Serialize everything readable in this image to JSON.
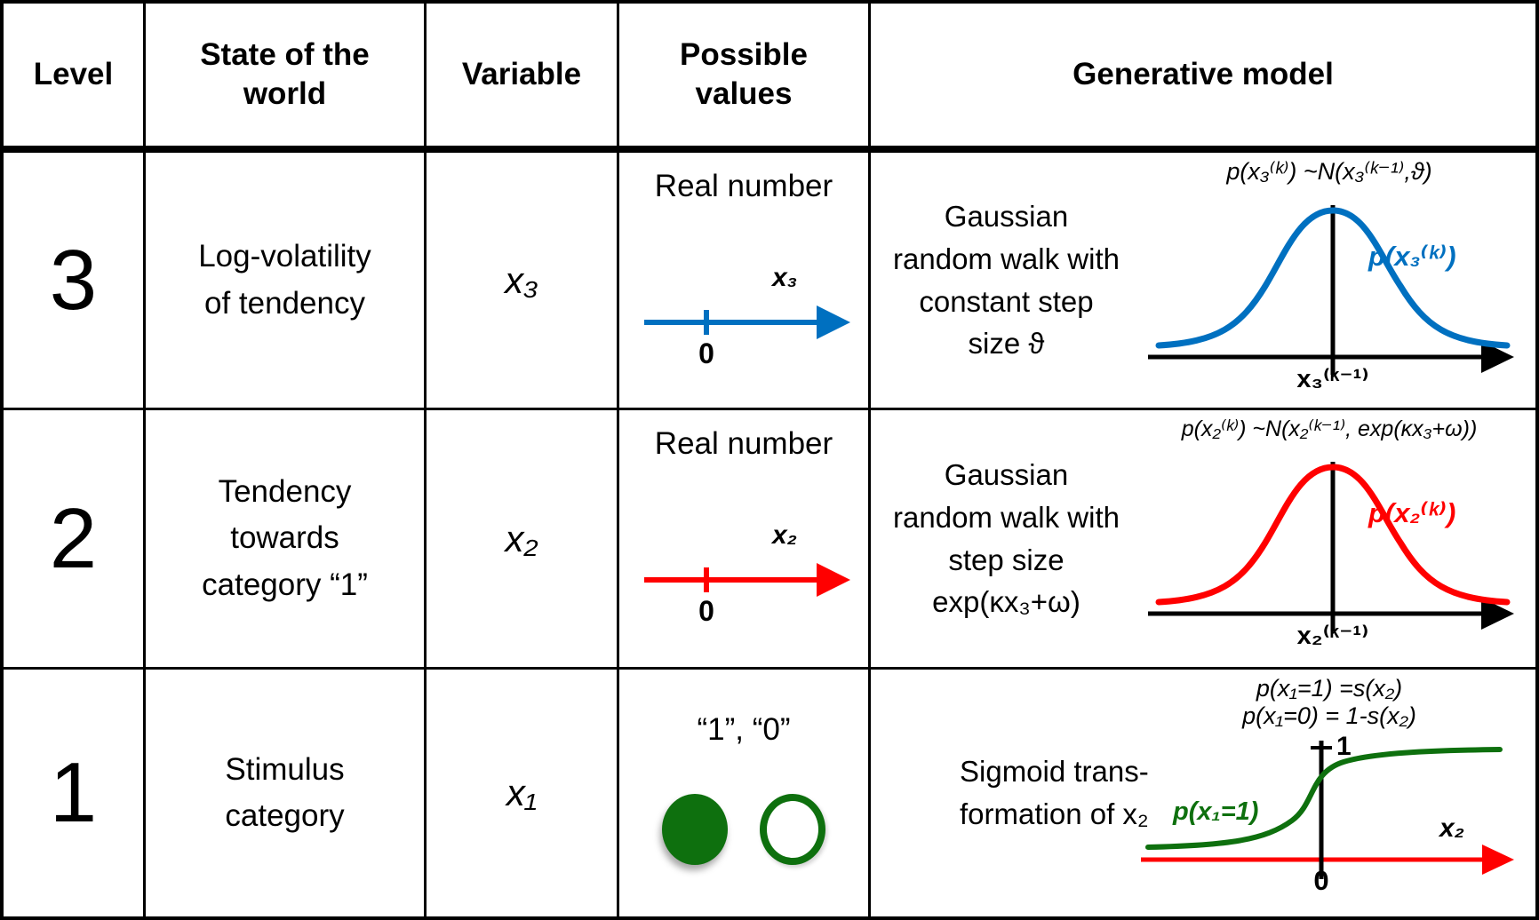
{
  "figure_title": "Hierarchical generative model table",
  "colors": {
    "border": "#000000",
    "level3_blue": "#0070C0",
    "level2_red": "#FF0000",
    "level1_green": "#0E700E"
  },
  "table": {
    "headers": [
      {
        "label": "Level"
      },
      {
        "label": "State of the world"
      },
      {
        "label": "Variable"
      },
      {
        "label": "Possible values"
      },
      {
        "label": "Generative model"
      }
    ],
    "rows": [
      {
        "level": "3",
        "state": "Log-volatility of tendency",
        "variable": "x₃",
        "possible_values": {
          "text": "Real number",
          "axis_label": "x₃",
          "origin_label": "0",
          "axis_color": "#0070C0"
        },
        "generative_model": {
          "description_lines": [
            "Gaussian",
            "random walk with",
            "constant step",
            "size ϑ"
          ],
          "formula": "p(x₃⁽ᵏ⁾) ~N(x₃⁽ᵏ⁻¹⁾,ϑ)",
          "curve_type": "gaussian",
          "curve_color": "#0070C0",
          "curve_label": "p(x₃⁽ᵏ⁾)",
          "x_axis_label": "x₃⁽ᵏ⁻¹⁾"
        }
      },
      {
        "level": "2",
        "state": "Tendency towards category “1”",
        "variable": "x₂",
        "possible_values": {
          "text": "Real number",
          "axis_label": "x₂",
          "origin_label": "0",
          "axis_color": "#FF0000"
        },
        "generative_model": {
          "description_lines": [
            "Gaussian",
            "random walk with",
            "step size",
            "exp(κx₃+ω)"
          ],
          "formula": "p(x₂⁽ᵏ⁾) ~N(x₂⁽ᵏ⁻¹⁾, exp(κx₃+ω))",
          "curve_type": "gaussian",
          "curve_color": "#FF0000",
          "curve_label": "p(x₂⁽ᵏ⁾)",
          "x_axis_label": "x₂⁽ᵏ⁻¹⁾"
        }
      },
      {
        "level": "1",
        "state": "Stimulus category",
        "variable": "x₁",
        "possible_values": {
          "text": "“1”, “0”",
          "circle_filled_color": "#0E700E",
          "circle_open_color": "#0E700E"
        },
        "generative_model": {
          "description_lines": [
            "Sigmoid trans-",
            "formation of x₂"
          ],
          "formula_line1": "p(x₁=1) =s(x₂)",
          "formula_line2": "p(x₁=0) = 1-s(x₂)",
          "curve_type": "sigmoid",
          "curve_color": "#0E700E",
          "curve_label": "p(x₁=1)",
          "top_value_label": "1",
          "origin_label": "0",
          "x_axis_label": "x₂",
          "x_axis_color": "#FF0000"
        }
      }
    ]
  }
}
